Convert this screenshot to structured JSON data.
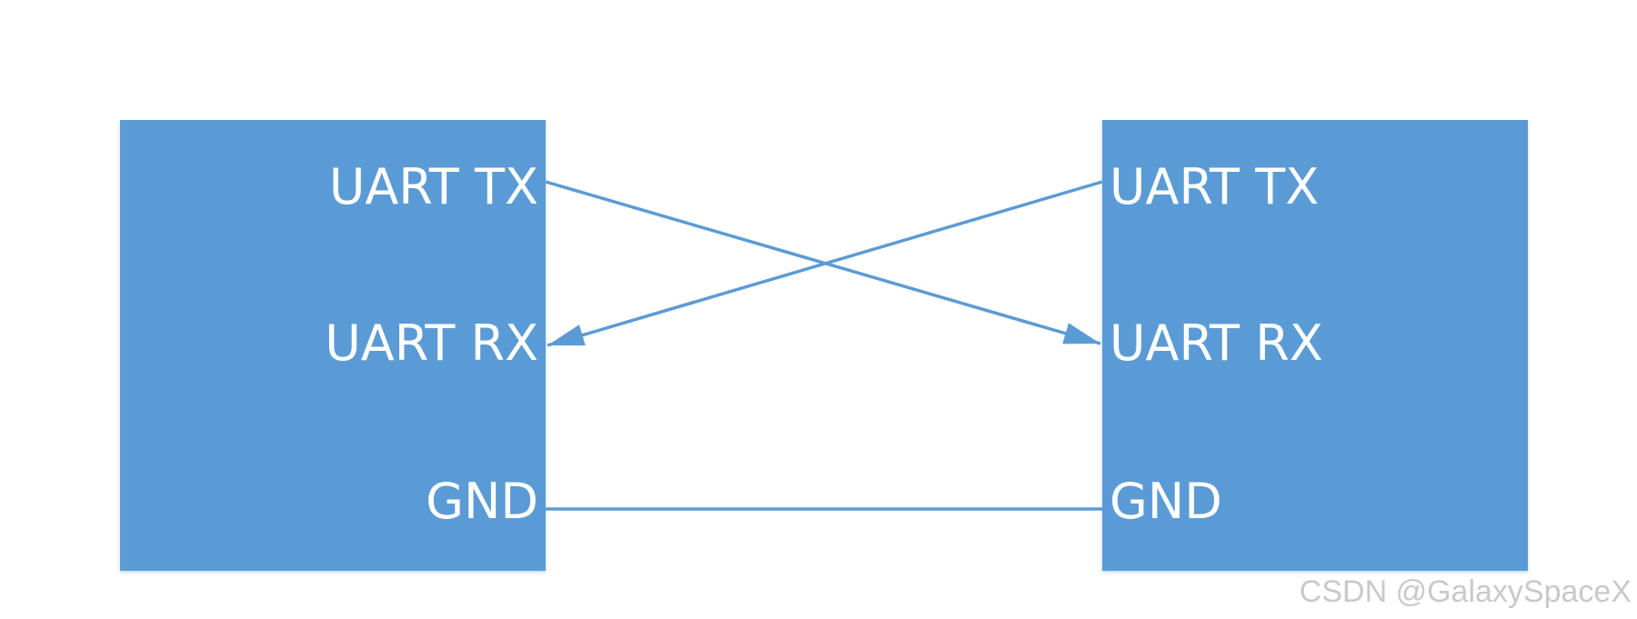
{
  "diagram": {
    "left_device": {
      "tx_label": "UART TX",
      "rx_label": "UART RX",
      "gnd_label": "GND"
    },
    "right_device": {
      "tx_label": "UART TX",
      "rx_label": "UART RX",
      "gnd_label": "GND"
    },
    "connections": [
      {
        "from": "left.UART TX",
        "to": "right.UART RX",
        "arrow": "end"
      },
      {
        "from": "right.UART TX",
        "to": "left.UART RX",
        "arrow": "end"
      },
      {
        "from": "left.GND",
        "to": "right.GND",
        "arrow": "none"
      }
    ],
    "colors": {
      "box_fill": "#5b9bd5",
      "wire": "#5b9bd5",
      "label_text": "#ffffff",
      "watermark_text": "#c9c9c9"
    }
  },
  "watermark": "CSDN @GalaxySpaceX"
}
